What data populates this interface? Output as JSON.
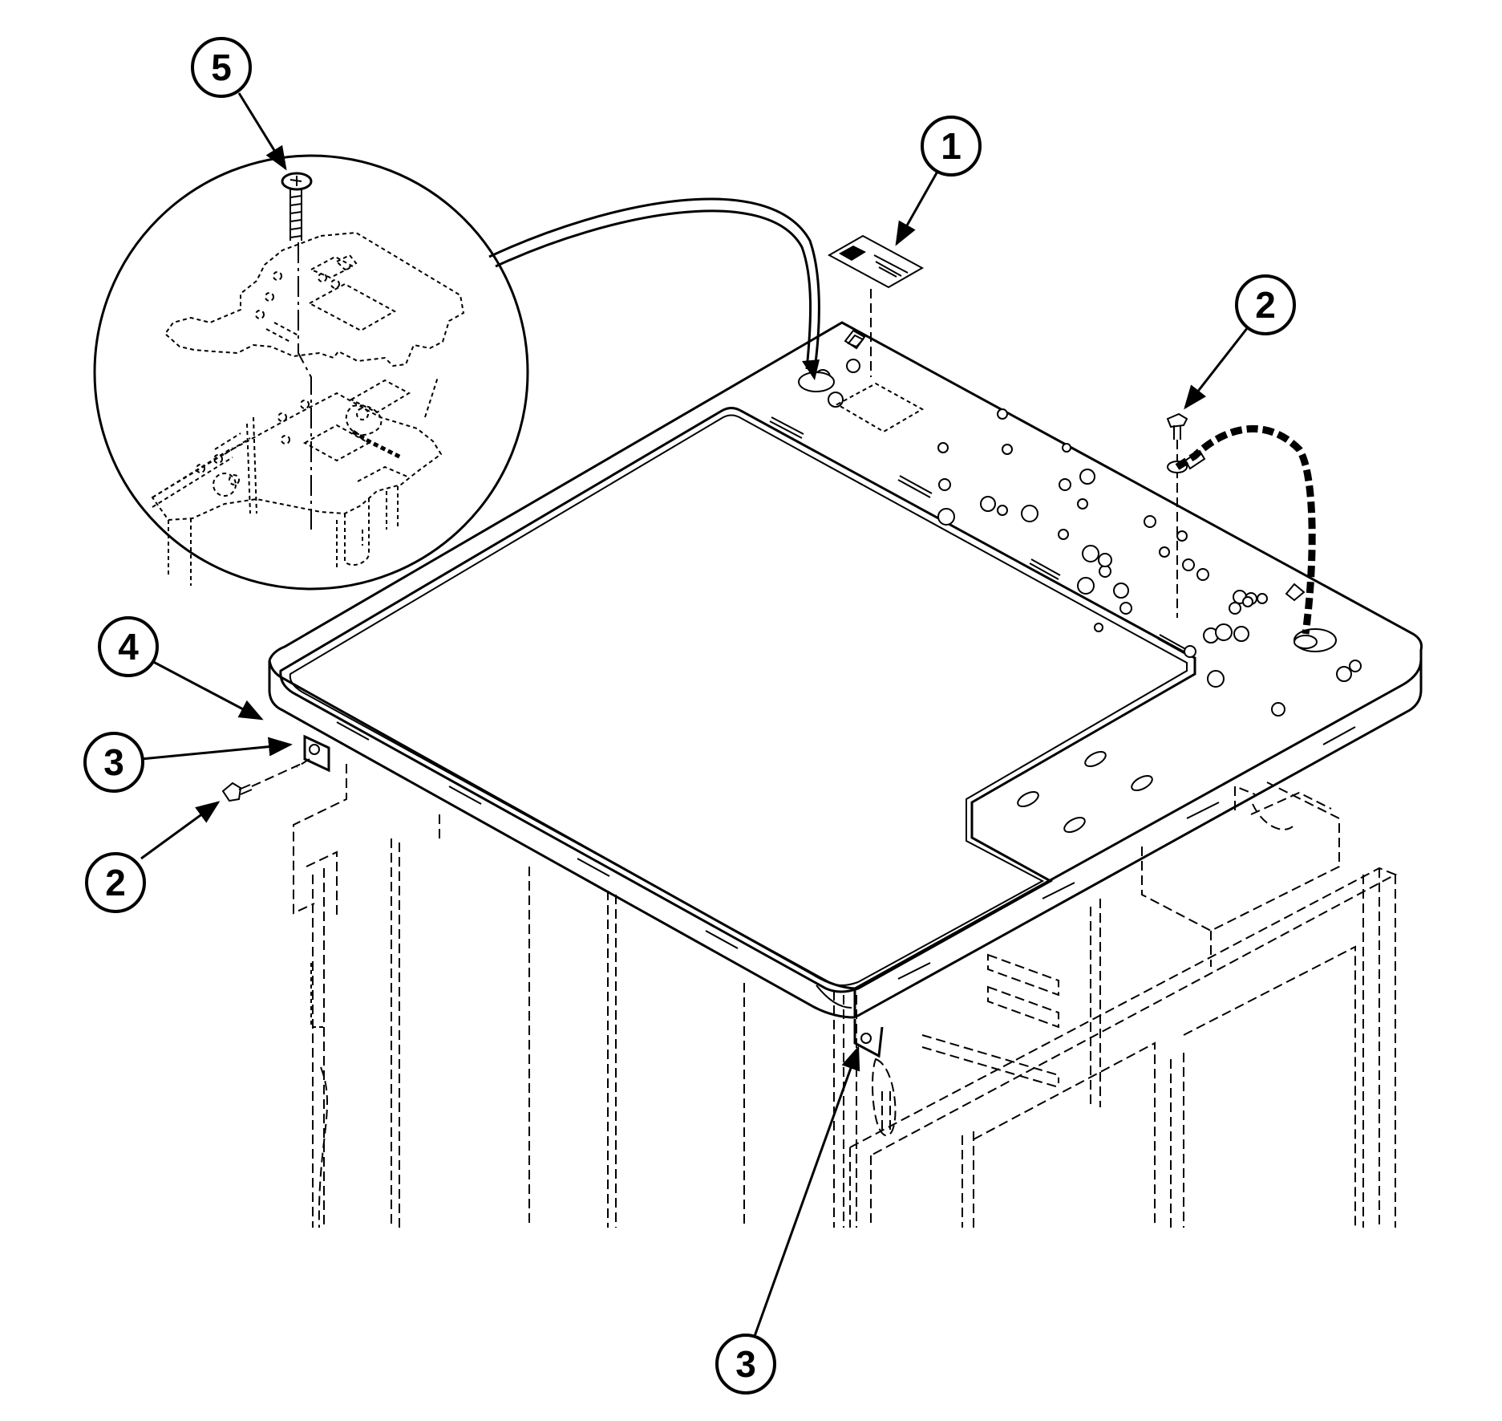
{
  "callouts": [
    {
      "id": "callout-1",
      "label": "1"
    },
    {
      "id": "callout-2-top",
      "label": "2"
    },
    {
      "id": "callout-2-left",
      "label": "2"
    },
    {
      "id": "callout-3-left",
      "label": "3"
    },
    {
      "id": "callout-3-bottom",
      "label": "3"
    },
    {
      "id": "callout-4",
      "label": "4"
    },
    {
      "id": "callout-5",
      "label": "5"
    }
  ]
}
